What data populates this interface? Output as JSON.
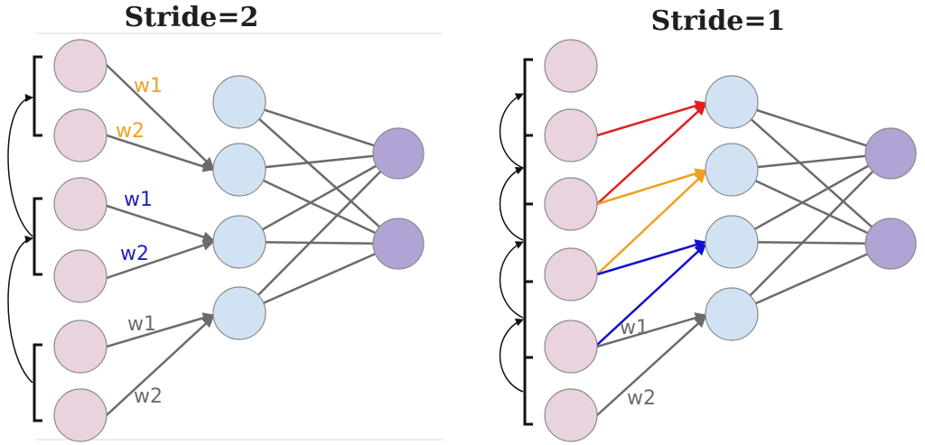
{
  "panels": {
    "left": {
      "title": "Stride=2",
      "labels": [
        {
          "text": "w1",
          "color": "#f0a020"
        },
        {
          "text": "w2",
          "color": "#f0a020"
        },
        {
          "text": "w1",
          "color": "#2020c0"
        },
        {
          "text": "w2",
          "color": "#2020c0"
        },
        {
          "text": "w1",
          "color": "#6b6b6b"
        },
        {
          "text": "w2",
          "color": "#6b6b6b"
        }
      ]
    },
    "right": {
      "title": "Stride=1",
      "labels": [
        {
          "text": "w1",
          "color": "#6b6b6b"
        },
        {
          "text": "w2",
          "color": "#6b6b6b"
        }
      ],
      "arrow_colors": [
        "#e02020",
        "#f0a020",
        "#1010d0",
        "#1010d0"
      ]
    }
  },
  "colors": {
    "input": "#e8d3df",
    "hidden": "#d1e3f3",
    "output": "#b1a4d4",
    "edge": "#6b6b6b"
  }
}
